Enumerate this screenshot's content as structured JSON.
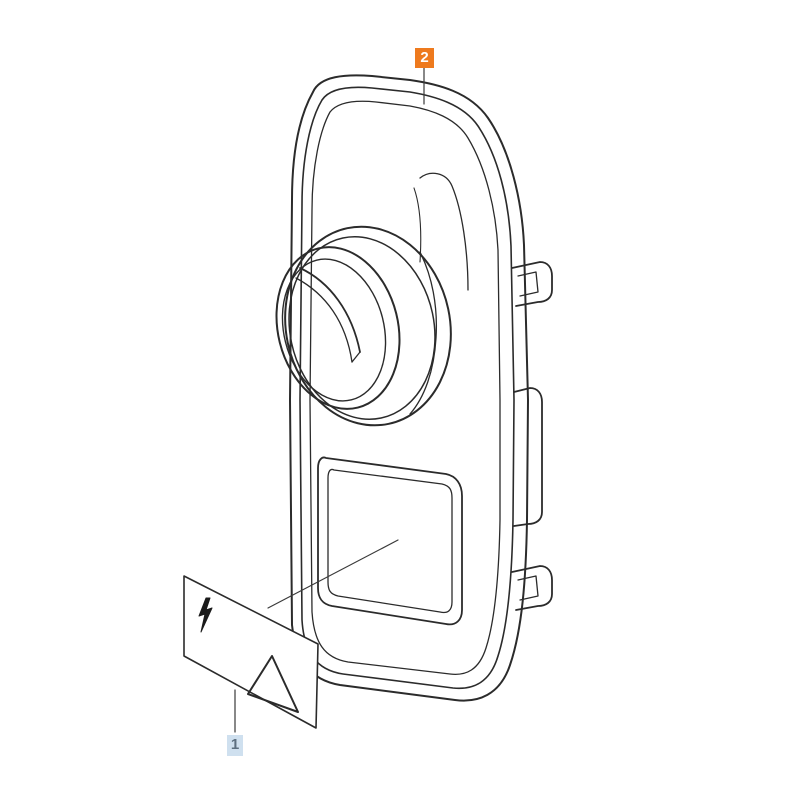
{
  "callouts": [
    {
      "id": "part-1",
      "label": "1",
      "color": "#cfe0ef",
      "part": "electrical-warning-label"
    },
    {
      "id": "part-2",
      "label": "2",
      "color": "#ee7a1e",
      "part": "cover-with-rotary-knob"
    }
  ],
  "colors": {
    "line": "#2b2b2b",
    "leader": "#3a3a3a",
    "callout_2_bg": "#ee7a1e",
    "callout_1_bg": "#cfe0ef"
  }
}
